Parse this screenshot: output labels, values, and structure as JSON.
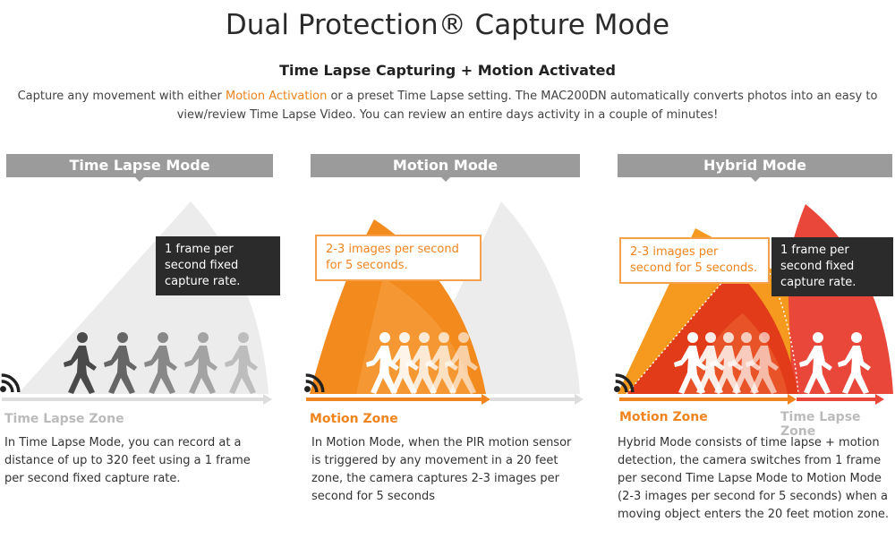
{
  "title": "Dual Protection® Capture Mode",
  "subtitle": "Time Lapse Capturing + Motion Activated",
  "intro": {
    "before": "Capture any movement with either ",
    "highlight": "Motion Activation",
    "after": " or a preset Time Lapse setting. The MAC200DN automatically converts photos into an easy to view/review Time Lapse Video. You can review an entire days activity in a couple of minutes!"
  },
  "colors": {
    "orange": "#f0841e",
    "red": "#e8473a",
    "gray": "#9b9b9b",
    "dark": "#2b2b2b"
  },
  "panels": [
    {
      "header": "Time Lapse Mode",
      "callout": "1 frame per second fixed capture rate.",
      "zone": "Time Lapse Zone",
      "desc": "In Time Lapse Mode, you can record at a distance of up to 320 feet using a 1 frame per second fixed capture rate."
    },
    {
      "header": "Motion Mode",
      "callout": "2-3 images per second for 5 seconds.",
      "zone": "Motion Zone",
      "desc": "In Motion Mode, when the PIR motion sensor is triggered by any movement in a 20 feet zone, the camera captures 2-3 images per second for 5 seconds"
    },
    {
      "header": "Hybrid Mode",
      "callout_motion": "2-3 images per second for 5 seconds.",
      "callout_timelapse": "1 frame per second fixed capture rate.",
      "zone_motion": "Motion Zone",
      "zone_timelapse": "Time Lapse Zone",
      "desc": "Hybrid Mode consists of time lapse + motion detection, the camera switches from 1 frame per second Time Lapse Mode to Motion Mode (2-3 images per second for 5 seconds) when a moving object enters the 20 feet motion zone."
    }
  ]
}
